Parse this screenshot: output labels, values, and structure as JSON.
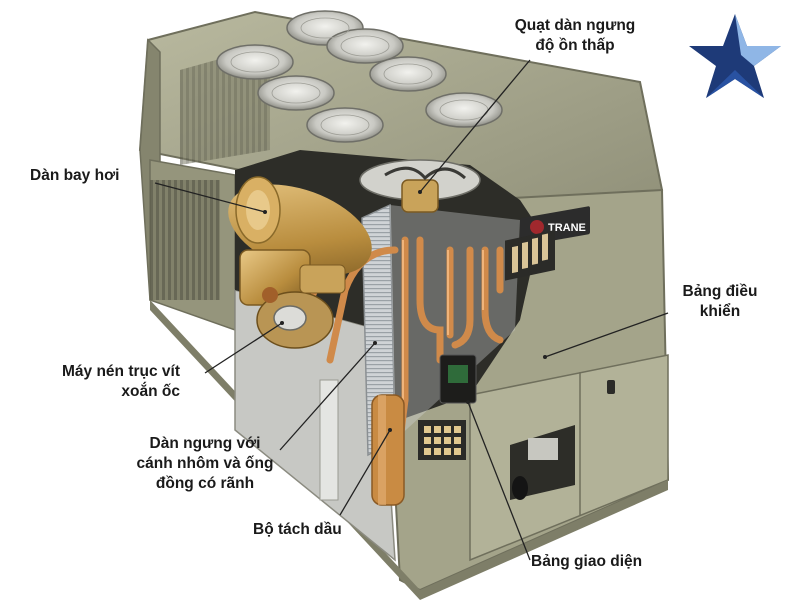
{
  "labels": {
    "quat": "Quạt dàn ngưng\nđộ ồn thấp",
    "dan_bay_hoi": "Dàn bay hơi",
    "bang_dieu_khien": "Bảng điều\nkhiển",
    "may_nen": "Máy nén trục vít\nxoắn ốc",
    "dan_ngung": "Dàn ngưng với\ncánh nhôm và ống\nđồng có rãnh",
    "bo_tach_dau": "Bộ tách dầu",
    "bang_giao_dien": "Bảng giao diện"
  },
  "brand": {
    "text": "TRANE"
  },
  "colors": {
    "cabinet": "#a4a48a",
    "cabinet_dark": "#7e7e68",
    "copper": "#d08a4a",
    "compressor": "#c9a35a",
    "star_navy": "#1e3a78",
    "star_light": "#8fb6e6",
    "trane_red": "#a0282d"
  }
}
